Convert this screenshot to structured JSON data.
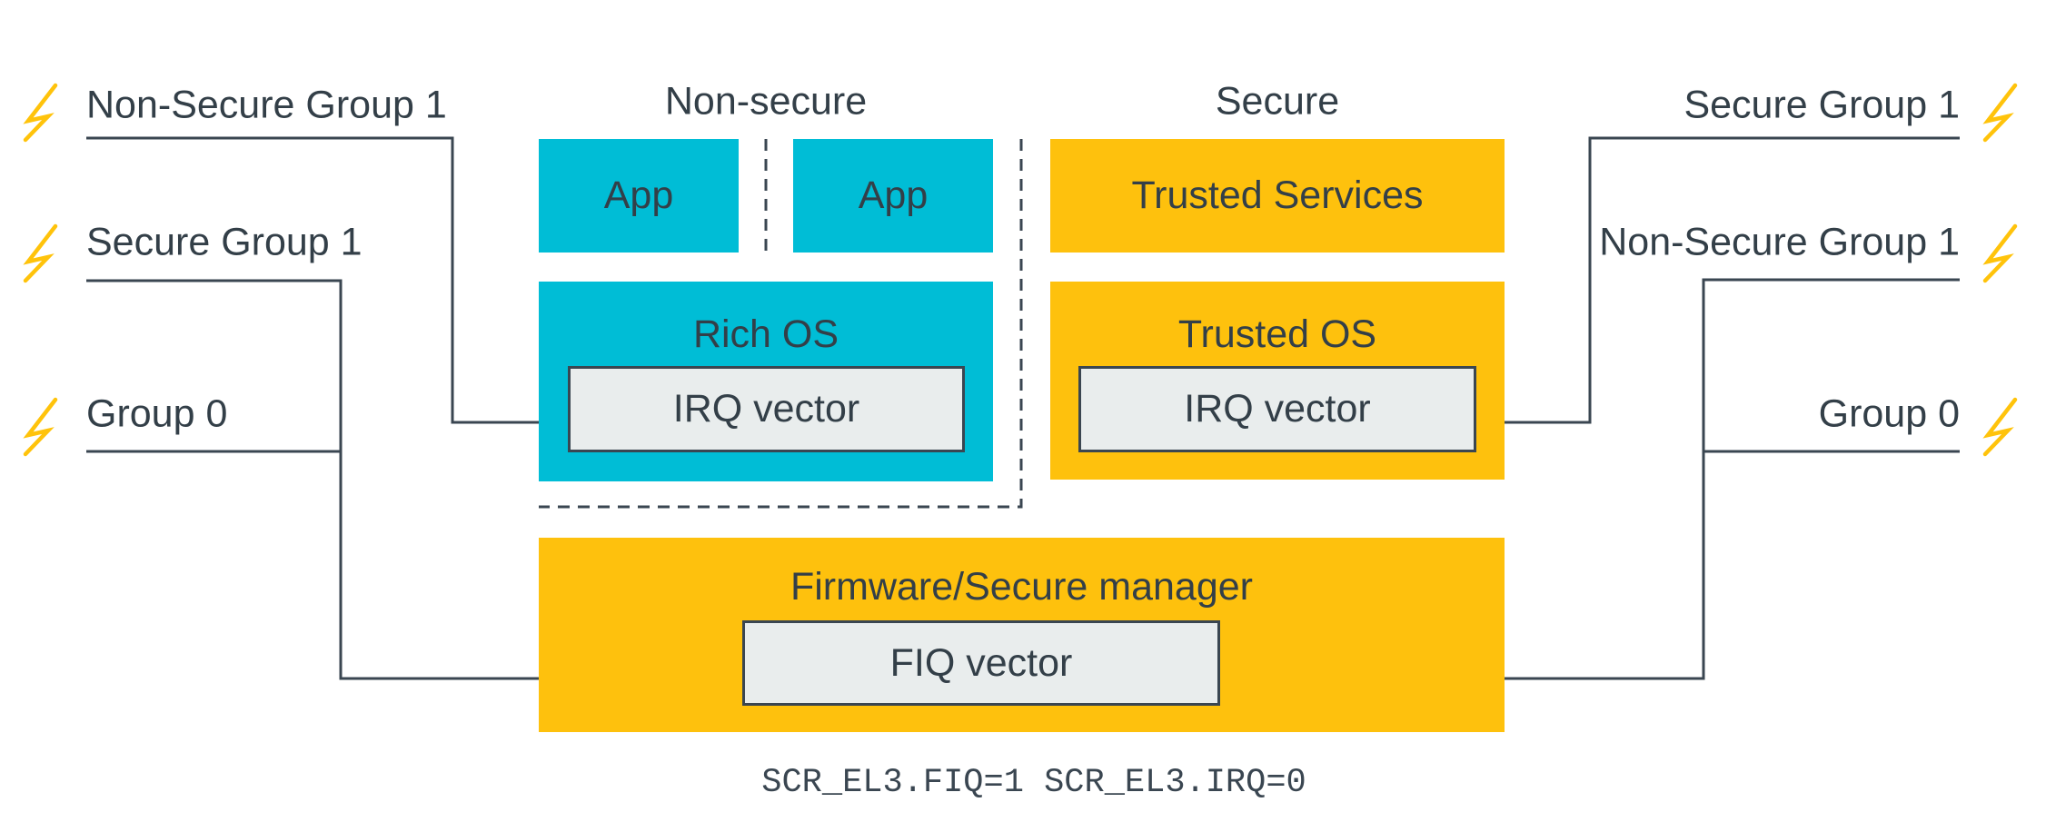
{
  "diagram": {
    "section_titles": {
      "non_secure": "Non-secure",
      "secure": "Secure"
    },
    "left_sources": [
      {
        "label": "Non-Secure Group 1"
      },
      {
        "label": "Secure Group 1"
      },
      {
        "label": "Group 0"
      }
    ],
    "right_sources": [
      {
        "label": "Secure Group 1"
      },
      {
        "label": "Non-Secure Group 1"
      },
      {
        "label": "Group 0"
      }
    ],
    "boxes": {
      "app1": "App",
      "app2": "App",
      "trusted_services": "Trusted Services",
      "rich_os": "Rich OS",
      "rich_os_vector": "IRQ vector",
      "trusted_os": "Trusted OS",
      "trusted_os_vector": "IRQ vector",
      "firmware": "Firmware/Secure manager",
      "firmware_vector": "FIQ vector"
    },
    "footer": "SCR_EL3.FIQ=1 SCR_EL3.IRQ=0",
    "colors": {
      "cyan": "#00BDD6",
      "amber": "#FEC10D",
      "vector_fill": "#E9EDED",
      "wire": "#3A4651",
      "text": "#333F48",
      "bolt": "#FFC30B"
    },
    "icons": {
      "bolt": "interrupt-bolt-icon"
    }
  }
}
